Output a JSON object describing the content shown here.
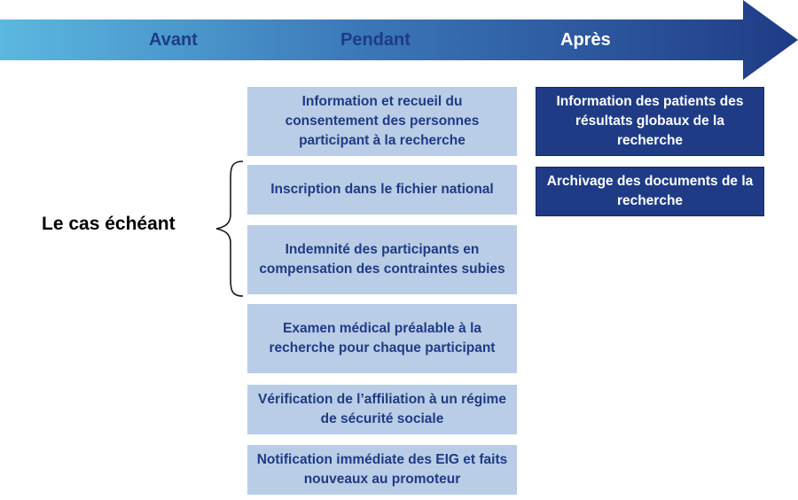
{
  "timeline": {
    "phases": [
      "Avant",
      "Pendant",
      "Après"
    ],
    "colors": {
      "start": "#5bb8e0",
      "end": "#1f3b86"
    }
  },
  "side_label": "Le cas échéant",
  "pendant_items": [
    "Information et recueil du consentement des personnes participant à la recherche",
    "Inscription dans le fichier national",
    "Indemnité des participants en compensation des contraintes subies",
    "Examen médical préalable à la recherche pour chaque participant",
    "Vérification de l’affiliation à un régime de sécurité sociale",
    "Notification immédiate des EIG et faits nouveaux au promoteur"
  ],
  "apres_items": [
    "Information des patients des résultats globaux de la recherche",
    "Archivage des documents de la recherche"
  ]
}
